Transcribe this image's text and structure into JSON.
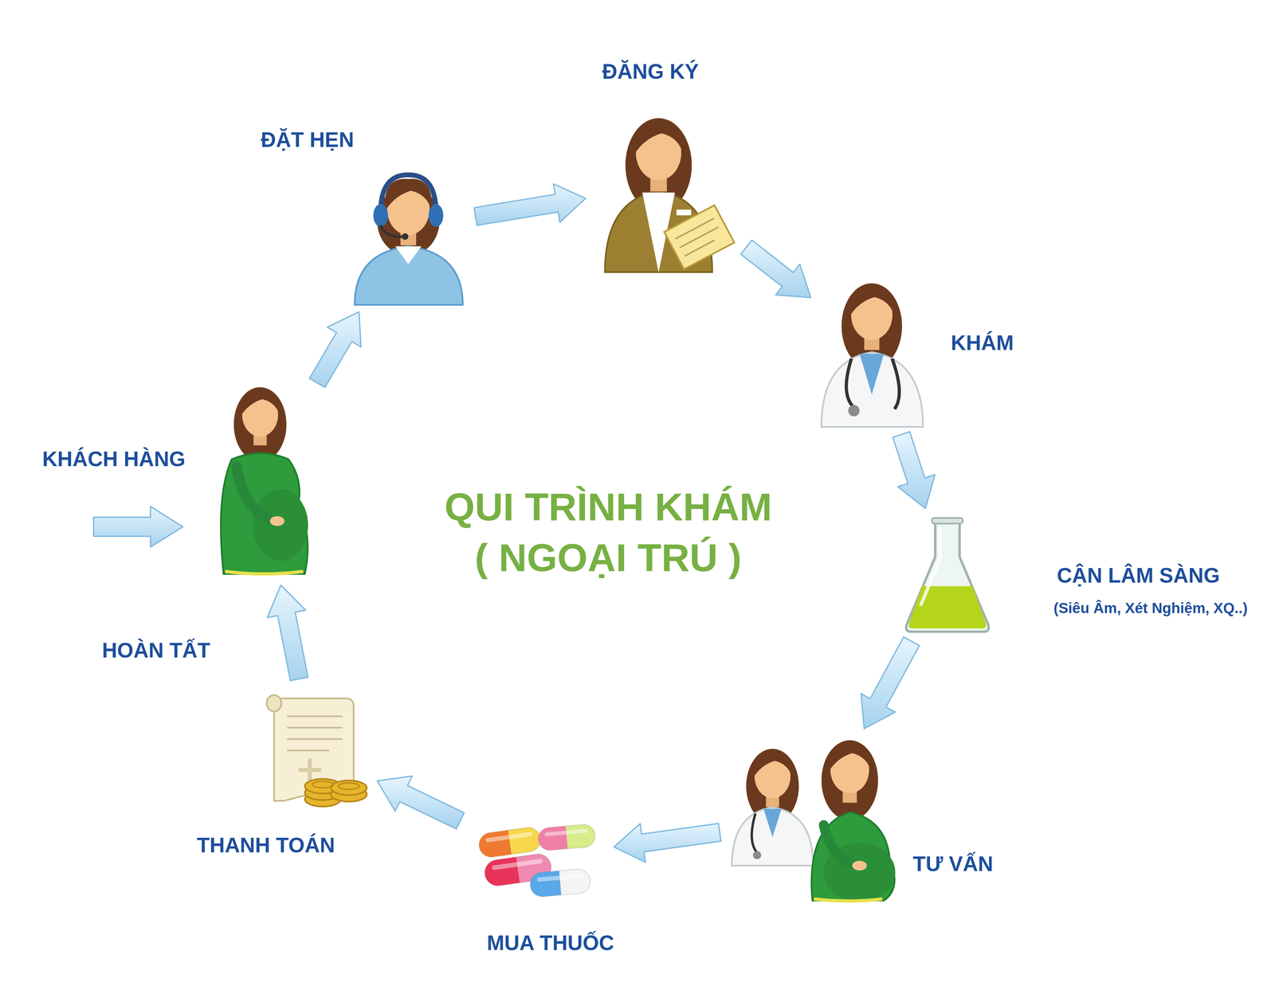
{
  "diagram": {
    "title": "QUI TRÌNH KHÁM ( NGOẠI TRÚ )",
    "nodes": [
      {
        "text": [
          "KHÁCH HÀNG"
        ]
      },
      {
        "text": [
          "ĐẶT HẸN"
        ]
      },
      {
        "text": [
          "ĐĂNG KÝ"
        ]
      },
      {
        "text": [
          "KHÁM"
        ]
      },
      {
        "text": [
          "CẬN LÂM SÀNG",
          "(Siêu Âm, Xét Nghiệm, XQ..)"
        ]
      },
      {
        "text": [
          "TƯ VẤN"
        ]
      },
      {
        "text": [
          "MUA THUỐC"
        ]
      },
      {
        "text": [
          "THANH TOÁN"
        ]
      }
    ],
    "edges": [
      {
        "from": 0,
        "to": 1,
        "arrow": "to"
      },
      {
        "from": 1,
        "to": 2,
        "arrow": "to"
      },
      {
        "from": 2,
        "to": 3,
        "arrow": "to"
      },
      {
        "from": 3,
        "to": 4,
        "arrow": "to"
      },
      {
        "from": 4,
        "to": 5,
        "arrow": "to"
      },
      {
        "from": 5,
        "to": 6,
        "arrow": "to"
      },
      {
        "from": 6,
        "to": 7,
        "arrow": "to"
      },
      {
        "from": 7,
        "to": 0,
        "label": "HOÀN TẤT",
        "arrow": "to"
      }
    ]
  }
}
